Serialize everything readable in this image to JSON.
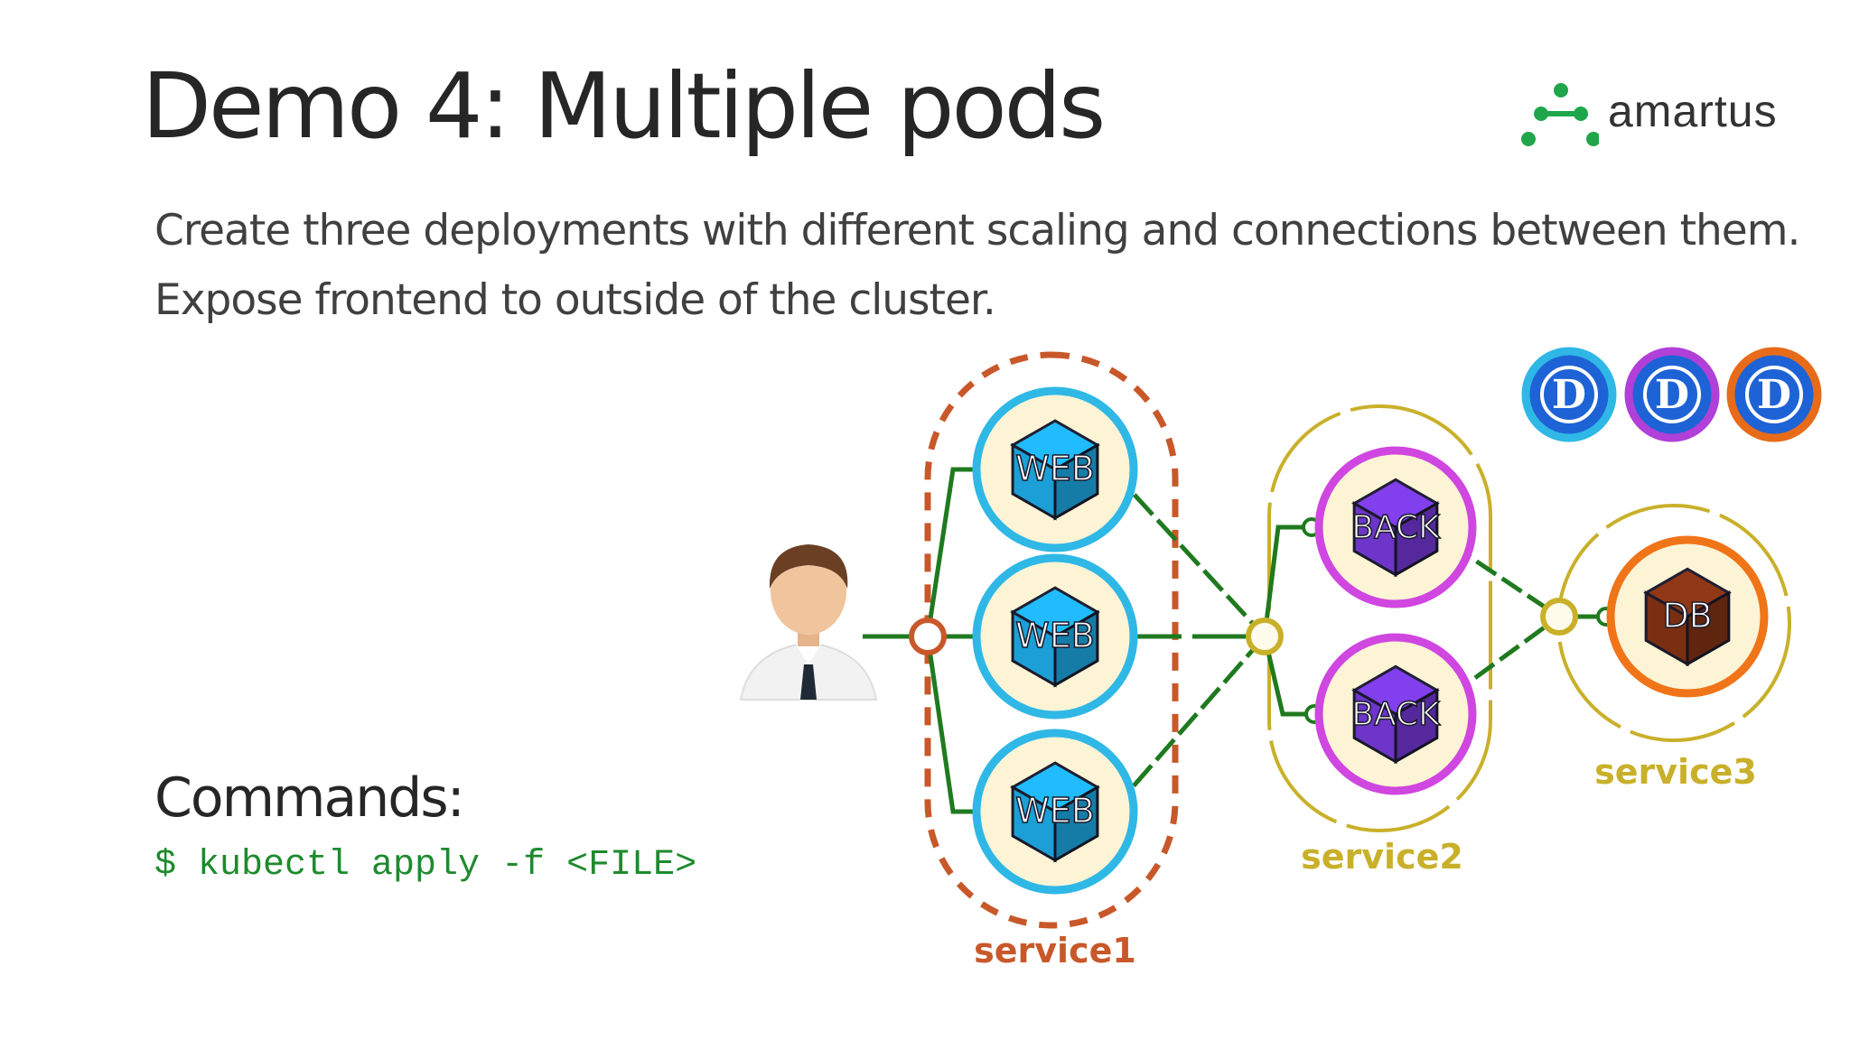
{
  "slide": {
    "title": "Demo 4: Multiple pods",
    "description": [
      "Create three deployments with different scaling and connections between them.",
      "Expose frontend to outside of the cluster."
    ],
    "commands_heading": "Commands:",
    "command": "$ kubectl apply -f <FILE>"
  },
  "logo": {
    "text": "amartus",
    "color": "#1fa64a"
  },
  "diagram": {
    "services": [
      {
        "label": "service1",
        "color": "#c8582a"
      },
      {
        "label": "service2",
        "color": "#c9b02a"
      },
      {
        "label": "service3",
        "color": "#c9b02a"
      }
    ],
    "pods": [
      {
        "label": "WEB",
        "ring": "#2fb8e6",
        "cube": "#1b9fd6"
      },
      {
        "label": "WEB",
        "ring": "#2fb8e6",
        "cube": "#1b9fd6"
      },
      {
        "label": "WEB",
        "ring": "#2fb8e6",
        "cube": "#1b9fd6"
      },
      {
        "label": "BACK",
        "ring": "#d046e0",
        "cube": "#6d35c9"
      },
      {
        "label": "BACK",
        "ring": "#d046e0",
        "cube": "#6d35c9"
      },
      {
        "label": "DB",
        "ring": "#f07418",
        "cube": "#7a2f12"
      }
    ],
    "deployment_icons": [
      {
        "letter": "D",
        "ring": "#2fb8e6"
      },
      {
        "letter": "D",
        "ring": "#b040d8"
      },
      {
        "letter": "D",
        "ring": "#e86b1a"
      }
    ],
    "link_color": "#1f7a1f"
  }
}
